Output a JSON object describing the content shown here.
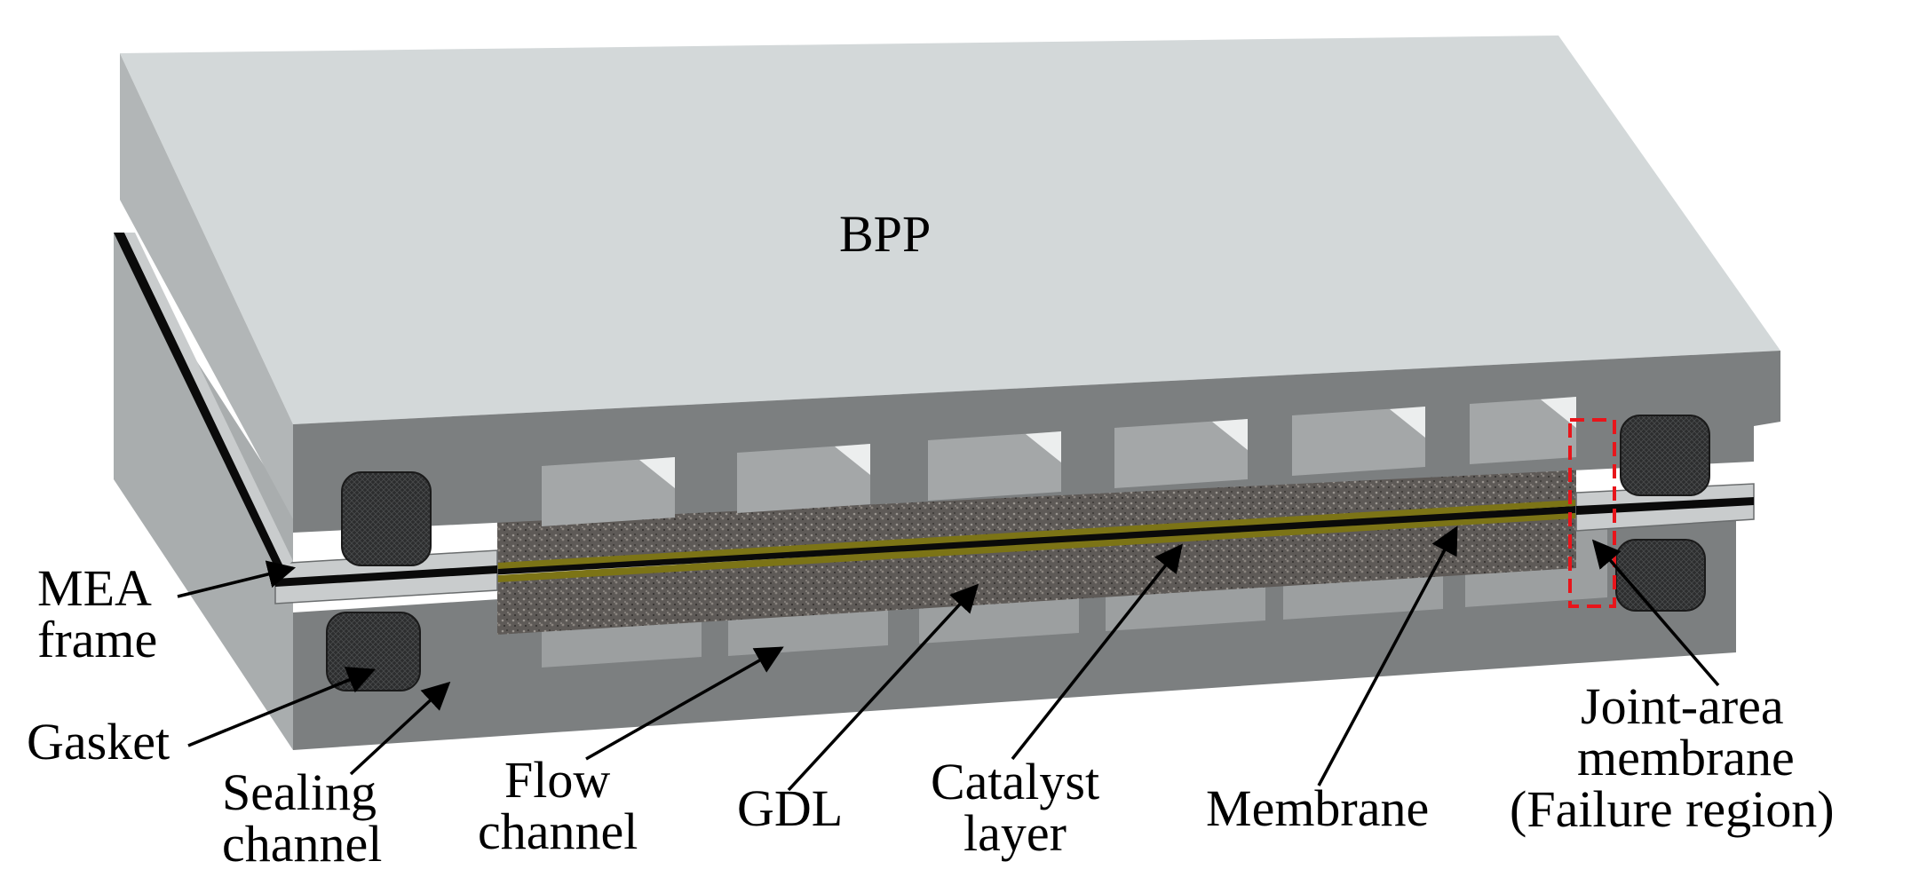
{
  "labels": {
    "bpp": "BPP",
    "mea_line1": "MEA",
    "mea_line2": "frame",
    "gasket": "Gasket",
    "sealing_line1": "Sealing",
    "sealing_line2": "channel",
    "flow_line1": "Flow",
    "flow_line2": "channel",
    "gdl": "GDL",
    "catalyst_line1": "Catalyst",
    "catalyst_line2": "layer",
    "membrane": "Membrane",
    "joint_line1": "Joint-area",
    "joint_line2": "membrane",
    "joint_line3": "(Failure region)"
  },
  "colors": {
    "plate_top": "#d3d8d9",
    "plate_side": "#8e9091",
    "plate_front": "#7c7f80",
    "gdl": "#5e5a57",
    "gasket": "#2c2d2e",
    "catalyst": "#7c7416",
    "membrane": "#0a0a0a",
    "frame": "#c9cccd",
    "failure_box": "#e8151b"
  }
}
